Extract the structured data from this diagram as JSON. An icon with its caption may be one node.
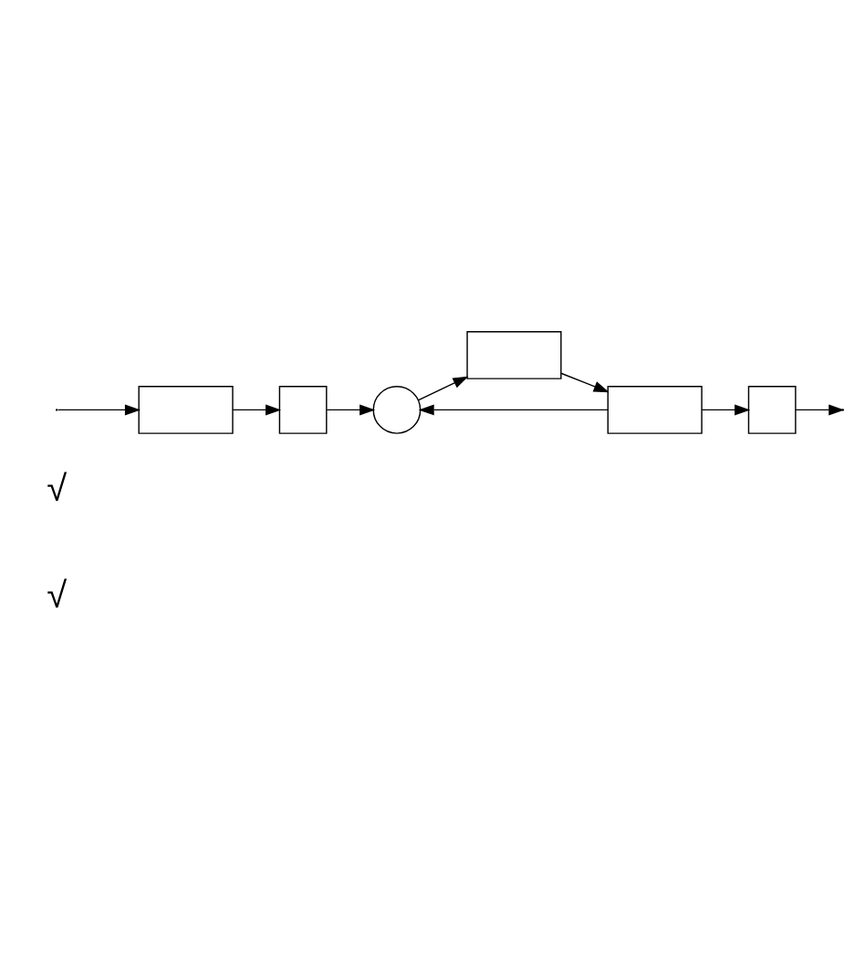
{
  "diagram": {
    "nodes": [
      {
        "text": [],
        "shape": "box"
      },
      {
        "text": [],
        "shape": "box"
      },
      {
        "text": [],
        "shape": "circle"
      },
      {
        "text": [],
        "shape": "box"
      },
      {
        "text": [],
        "shape": "box"
      },
      {
        "text": [],
        "shape": "box"
      }
    ],
    "edges": [
      {
        "from": null,
        "to": 0,
        "arrow": "to"
      },
      {
        "from": 0,
        "to": 1,
        "arrow": "to"
      },
      {
        "from": 1,
        "to": 2,
        "arrow": "to"
      },
      {
        "from": 2,
        "to": 3,
        "arrow": "to"
      },
      {
        "from": 3,
        "to": 4,
        "arrow": "to"
      },
      {
        "from": 4,
        "to": 2,
        "arrow": "to"
      },
      {
        "from": 4,
        "to": 5,
        "arrow": "to"
      },
      {
        "from": 5,
        "to": null,
        "arrow": "to"
      }
    ],
    "labels": [
      "√",
      "√"
    ]
  }
}
